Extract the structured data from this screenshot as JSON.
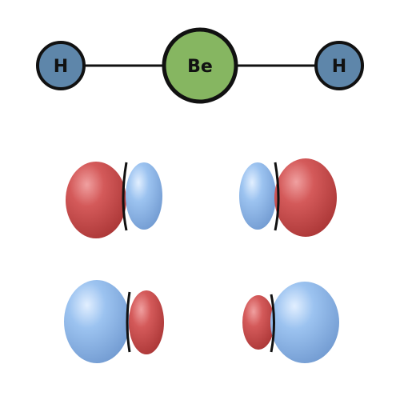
{
  "molecule": {
    "atoms": [
      {
        "symbol": "H",
        "color": "#5e86aa"
      },
      {
        "symbol": "Be",
        "color": "#86b661"
      },
      {
        "symbol": "H",
        "color": "#5e86aa"
      }
    ],
    "bonds": [
      "H-Be",
      "Be-H"
    ]
  },
  "orbital_lobes": [
    {
      "row": 1,
      "column": 1,
      "larger_lobe": "left",
      "larger_color": "red",
      "smaller_color": "blue"
    },
    {
      "row": 1,
      "column": 2,
      "larger_lobe": "right",
      "larger_color": "red",
      "smaller_color": "blue"
    },
    {
      "row": 2,
      "column": 1,
      "larger_lobe": "left",
      "larger_color": "blue",
      "smaller_color": "red"
    },
    {
      "row": 2,
      "column": 2,
      "larger_lobe": "right",
      "larger_color": "blue",
      "smaller_color": "red"
    }
  ],
  "colors": {
    "red_lobe": "#cc4a4a",
    "blue_lobe": "#8fb9ea",
    "outline": "#111111"
  }
}
